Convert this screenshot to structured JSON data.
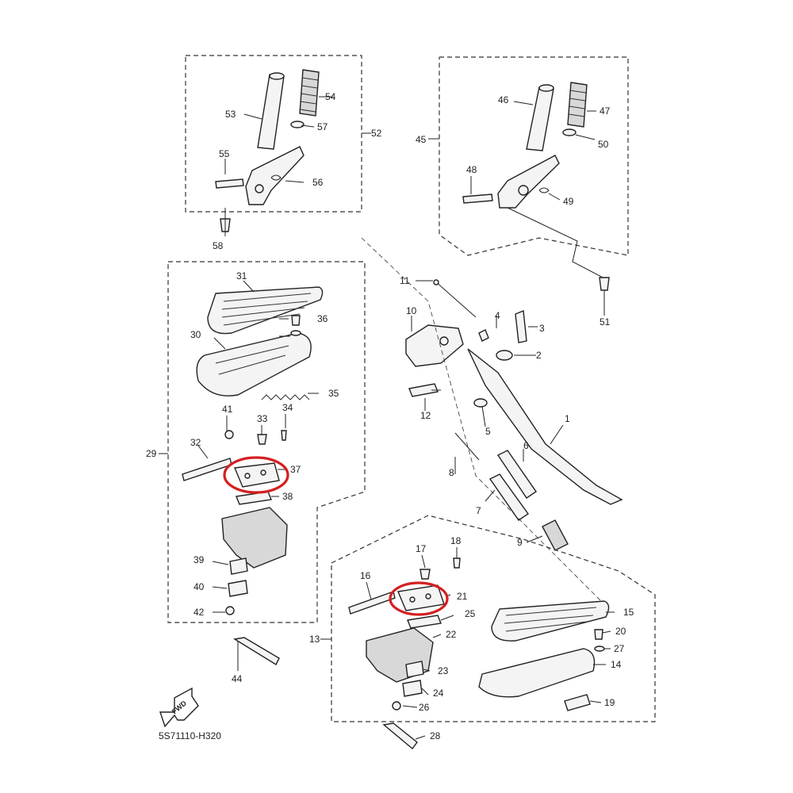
{
  "diagram": {
    "part_numbers": {
      "p1": "1",
      "p2": "2",
      "p3": "3",
      "p4": "4",
      "p5": "5",
      "p6": "6",
      "p7": "7",
      "p8": "8",
      "p9": "9",
      "p10": "10",
      "p11": "11",
      "p12": "12",
      "p13": "13",
      "p14": "14",
      "p15": "15",
      "p16": "16",
      "p17": "17",
      "p18": "18",
      "p19": "19",
      "p20": "20",
      "p21": "21",
      "p22": "22",
      "p23": "23",
      "p24": "24",
      "p25": "25",
      "p26": "26",
      "p27": "27",
      "p28": "28",
      "p29": "29",
      "p30": "30",
      "p31": "31",
      "p32": "32",
      "p33": "33",
      "p34": "34",
      "p35": "35",
      "p36": "36",
      "p37": "37",
      "p38": "38",
      "p39": "39",
      "p40": "40",
      "p41": "41",
      "p42": "42",
      "p44": "44",
      "p45": "45",
      "p46": "46",
      "p47": "47",
      "p48": "48",
      "p49": "49",
      "p50": "50",
      "p51": "51",
      "p52": "52",
      "p53": "53",
      "p54": "54",
      "p55": "55",
      "p56": "56",
      "p57": "57",
      "p58": "58"
    },
    "fwd_label": "FWD",
    "figure_code": "5S71110-H320",
    "highlight_color": "#d42020",
    "line_color": "#222222",
    "highlighted_parts": [
      "37",
      "21"
    ]
  }
}
